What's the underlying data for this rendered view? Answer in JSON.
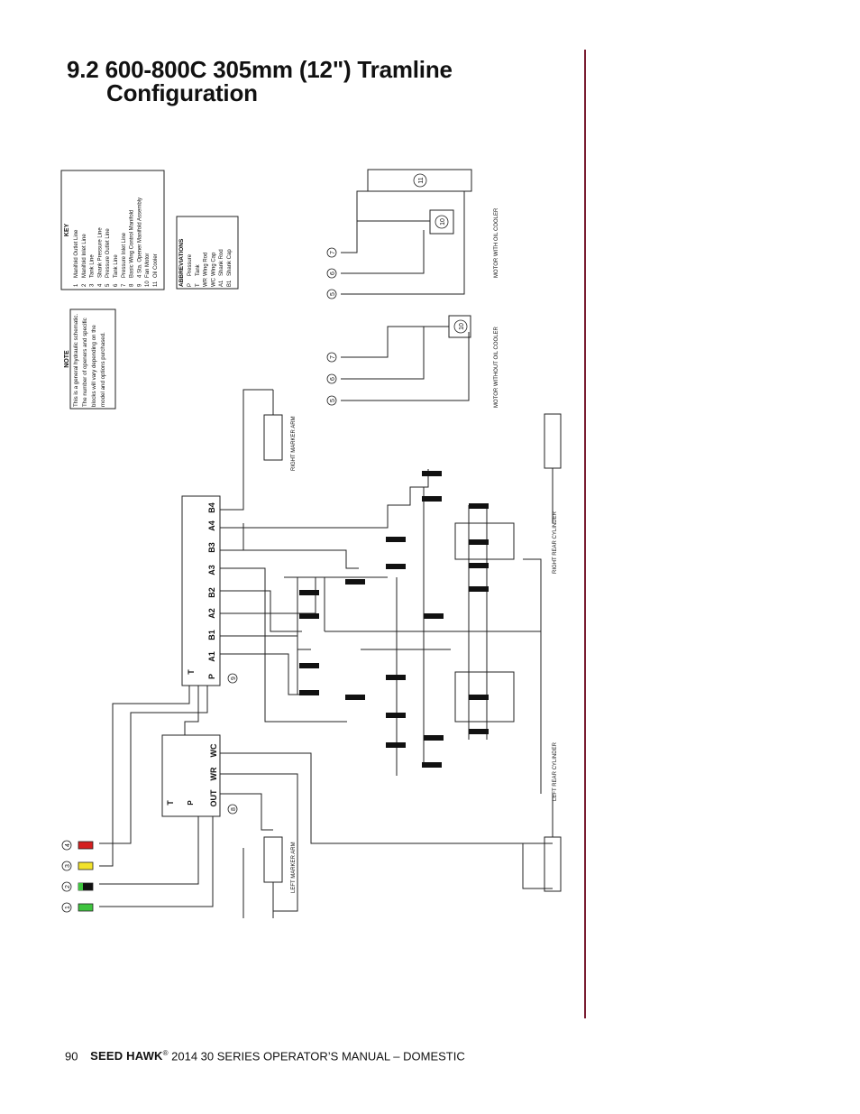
{
  "page": {
    "section_number": "9.2",
    "title_line1": "600-800C 305mm (12\") Tramline",
    "title_line2": "Configuration"
  },
  "note": {
    "heading": "NOTE",
    "lines": [
      "This is a general hydraulic schematic.",
      "The number of openers and specific",
      "blocks will vary depending on the",
      "model and options purchased."
    ]
  },
  "key": {
    "heading": "KEY",
    "items": [
      {
        "num": "1",
        "label": "Manifold Outlet Line"
      },
      {
        "num": "2",
        "label": "Manifold Inlet Line"
      },
      {
        "num": "3",
        "label": "Tank Line"
      },
      {
        "num": "4",
        "label": "Shank Pressure Line"
      },
      {
        "num": "5",
        "label": "Pressure Outlet Line"
      },
      {
        "num": "6",
        "label": "Tank Line"
      },
      {
        "num": "7",
        "label": "Pressure Inlet Line"
      },
      {
        "num": "8",
        "label": "Basic Wing Control Manifold"
      },
      {
        "num": "9",
        "label": "4 Sta. Opener Manifold Assembly"
      },
      {
        "num": "10",
        "label": "Fan Motor"
      },
      {
        "num": "11",
        "label": "Oil Cooler"
      }
    ]
  },
  "abbreviations": {
    "heading": "ABBREVIATIONS",
    "items": [
      {
        "code": "P",
        "label": "Pressure"
      },
      {
        "code": "T",
        "label": "Tank"
      },
      {
        "code": "WR",
        "label": "Wing Rod"
      },
      {
        "code": "WC",
        "label": "Wing Cap"
      },
      {
        "code": "A1",
        "label": "Shank Rod"
      },
      {
        "code": "B1",
        "label": "Shank Cap"
      }
    ]
  },
  "schematic": {
    "manifold_9_ports": [
      "P",
      "A1",
      "B1",
      "A2",
      "B2",
      "A3",
      "B3",
      "A4",
      "B4"
    ],
    "manifold_9_t": "T",
    "manifold_9_num": "9",
    "manifold_8_ports": [
      "OUT",
      "WR",
      "WC"
    ],
    "manifold_8_t": "T",
    "manifold_8_p": "P",
    "manifold_8_num": "8",
    "motor_number": "10",
    "cooler_number": "11",
    "line_numbers": [
      "5",
      "6",
      "7"
    ],
    "labels": {
      "right_marker_arm": "RIGHT MARKER ARM",
      "left_marker_arm": "LEFT MARKER ARM",
      "right_rear_cylinder": "RIGHT REAR CYLINDER",
      "left_rear_cylinder": "LEFT REAR CYLINDER",
      "motor_without_cooler": "MOTOR WITHOUT OIL COOLER",
      "motor_with_cooler": "MOTOR WITH OIL COOLER"
    },
    "hose_fittings": [
      {
        "num": "4",
        "color": "#d42020"
      },
      {
        "num": "3",
        "color": "#f2e22a"
      },
      {
        "num": "2",
        "color": "#111111"
      },
      {
        "num": "1",
        "color": "#3fc43f"
      }
    ],
    "hose_fitting_2_band": "#3fc43f"
  },
  "footer": {
    "page_number": "90",
    "brand": "SEED HAWK",
    "registered": "®",
    "manual": " 2014 30 SERIES OPERATOR’S MANUAL – DOMESTIC"
  },
  "colors": {
    "accent_rule": "#7a1e32"
  }
}
